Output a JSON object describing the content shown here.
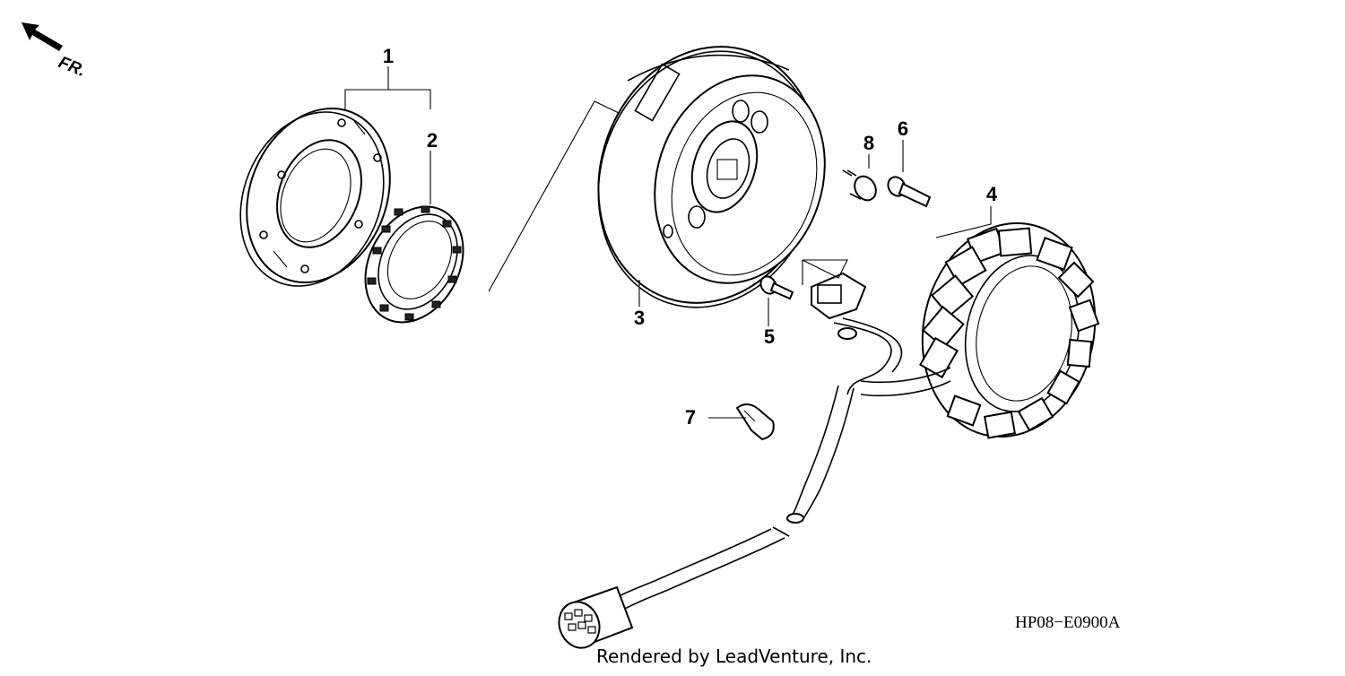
{
  "direction": {
    "label": "FR.",
    "icon": "front-arrow-icon"
  },
  "callouts": [
    {
      "num": "1"
    },
    {
      "num": "2"
    },
    {
      "num": "3"
    },
    {
      "num": "4"
    },
    {
      "num": "5"
    },
    {
      "num": "6"
    },
    {
      "num": "7"
    },
    {
      "num": "8"
    }
  ],
  "diagram_code": "HP08−E0900A",
  "credit": "Rendered by LeadVenture, Inc."
}
